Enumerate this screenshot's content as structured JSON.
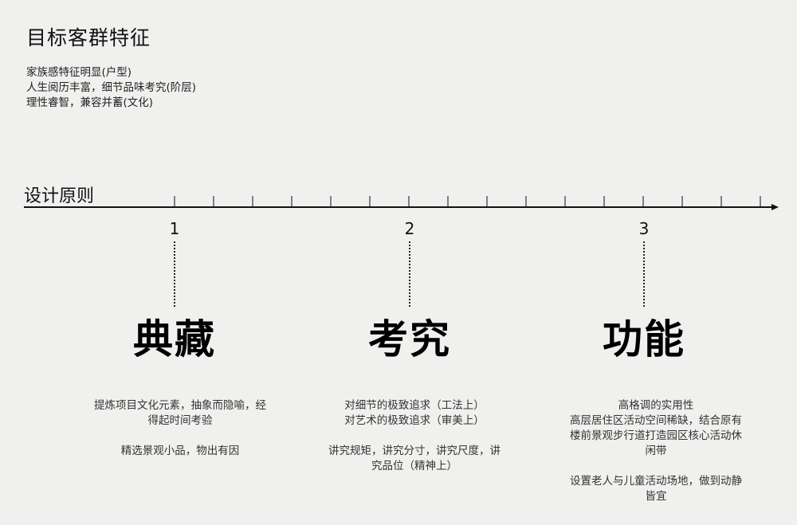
{
  "header": {
    "title": "目标客群特征",
    "features": [
      "家族感特征明显(户型)",
      "人生阅历丰富，细节品味考究(阶层)",
      "理性睿智，兼容并蓄(文化)"
    ]
  },
  "timeline": {
    "label": "设计原则",
    "principles": [
      {
        "number": "1",
        "heading": "典藏",
        "paragraphs": [
          "提炼项目文化元素，抽象而隐喻，经得起时间考验",
          "精选景观小品，物出有因"
        ]
      },
      {
        "number": "2",
        "heading": "考究",
        "paragraphs": [
          "对细节的极致追求（工法上）\n对艺术的极致追求（审美上）",
          "讲究规矩，讲究分寸，讲究尺度，讲究品位（精神上）"
        ]
      },
      {
        "number": "3",
        "heading": "功能",
        "paragraphs": [
          "高格调的实用性\n高层居住区活动空间稀缺，结合原有楼前景观步行道打造园区核心活动休闲带",
          "设置老人与儿童活动场地，做到动静皆宜"
        ]
      }
    ]
  }
}
